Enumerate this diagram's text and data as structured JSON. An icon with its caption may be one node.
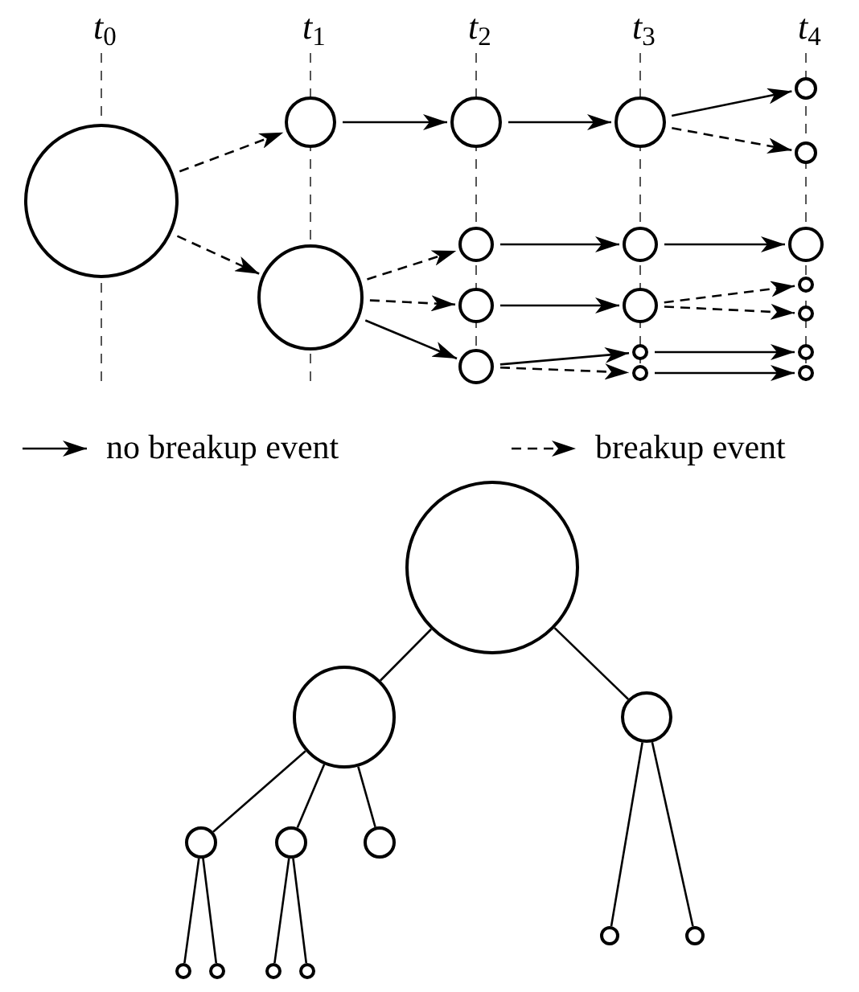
{
  "diagram": {
    "nodes": [
      {
        "text": [],
        "shape": "circle"
      },
      {
        "text": [],
        "shape": "circle"
      },
      {
        "text": [],
        "shape": "circle"
      },
      {
        "text": [],
        "shape": "circle"
      },
      {
        "text": [],
        "shape": "circle"
      },
      {
        "text": [],
        "shape": "circle"
      },
      {
        "text": [],
        "shape": "circle"
      },
      {
        "text": [],
        "shape": "circle"
      },
      {
        "text": [],
        "shape": "circle"
      },
      {
        "text": [],
        "shape": "circle"
      },
      {
        "text": [],
        "shape": "circle"
      },
      {
        "text": [],
        "shape": "circle"
      },
      {
        "text": [],
        "shape": "circle"
      },
      {
        "text": [],
        "shape": "circle"
      },
      {
        "text": [],
        "shape": "circle"
      },
      {
        "text": [],
        "shape": "circle"
      },
      {
        "text": [],
        "shape": "circle"
      },
      {
        "text": [],
        "shape": "circle"
      },
      {
        "text": [],
        "shape": "circle"
      },
      {
        "text": [],
        "shape": "circle"
      },
      {
        "text": [],
        "shape": "circle"
      },
      {
        "text": [],
        "shape": "circle"
      },
      {
        "text": [],
        "shape": "circle"
      },
      {
        "text": [],
        "shape": "circle"
      },
      {
        "text": [],
        "shape": "circle"
      },
      {
        "text": [],
        "shape": "circle"
      },
      {
        "text": [],
        "shape": "circle"
      },
      {
        "text": [],
        "shape": "circle"
      },
      {
        "text": [],
        "shape": "circle"
      },
      {
        "text": [],
        "shape": "circle"
      },
      {
        "text": [],
        "shape": "circle"
      }
    ],
    "edges": [
      {
        "from": 0,
        "to": 1,
        "arrow": "to",
        "style": "dashed"
      },
      {
        "from": 0,
        "to": 2,
        "arrow": "to",
        "style": "dashed"
      },
      {
        "from": 1,
        "to": 3,
        "arrow": "to"
      },
      {
        "from": 2,
        "to": 4,
        "arrow": "to",
        "style": "dashed"
      },
      {
        "from": 2,
        "to": 5,
        "arrow": "to",
        "style": "dashed"
      },
      {
        "from": 2,
        "to": 6,
        "arrow": "to"
      },
      {
        "from": 3,
        "to": 7,
        "arrow": "to"
      },
      {
        "from": 4,
        "to": 8,
        "arrow": "to"
      },
      {
        "from": 5,
        "to": 9,
        "arrow": "to"
      },
      {
        "from": 6,
        "to": 10,
        "arrow": "to"
      },
      {
        "from": 6,
        "to": 11,
        "arrow": "to",
        "style": "dashed"
      },
      {
        "from": 7,
        "to": 12,
        "arrow": "to"
      },
      {
        "from": 7,
        "to": 13,
        "arrow": "to",
        "style": "dashed"
      },
      {
        "from": 8,
        "to": 14,
        "arrow": "to"
      },
      {
        "from": 9,
        "to": 15,
        "arrow": "to",
        "style": "dashed"
      },
      {
        "from": 9,
        "to": 16,
        "arrow": "to",
        "style": "dashed"
      },
      {
        "from": 10,
        "to": 17,
        "arrow": "to"
      },
      {
        "from": 11,
        "to": 18,
        "arrow": "to"
      },
      {
        "from": 19,
        "to": 20,
        "arrow": "none"
      },
      {
        "from": 19,
        "to": 21,
        "arrow": "none"
      },
      {
        "from": 20,
        "to": 22,
        "arrow": "none"
      },
      {
        "from": 20,
        "to": 23,
        "arrow": "none"
      },
      {
        "from": 20,
        "to": 24,
        "arrow": "none"
      },
      {
        "from": 21,
        "to": 25,
        "arrow": "none"
      },
      {
        "from": 21,
        "to": 26,
        "arrow": "none"
      },
      {
        "from": 22,
        "to": 27,
        "arrow": "none"
      },
      {
        "from": 22,
        "to": 28,
        "arrow": "none"
      },
      {
        "from": 23,
        "to": 29,
        "arrow": "none"
      },
      {
        "from": 23,
        "to": 30,
        "arrow": "none"
      }
    ],
    "labels": [
      "*t*$_{0}$",
      "*t*$_{1}$",
      "*t*$_{2}$",
      "*t*$_{3}$",
      "*t*$_{4}$"
    ],
    "legend": [
      {
        "text": "no breakup event"
      },
      {
        "text": "breakup event"
      }
    ]
  }
}
